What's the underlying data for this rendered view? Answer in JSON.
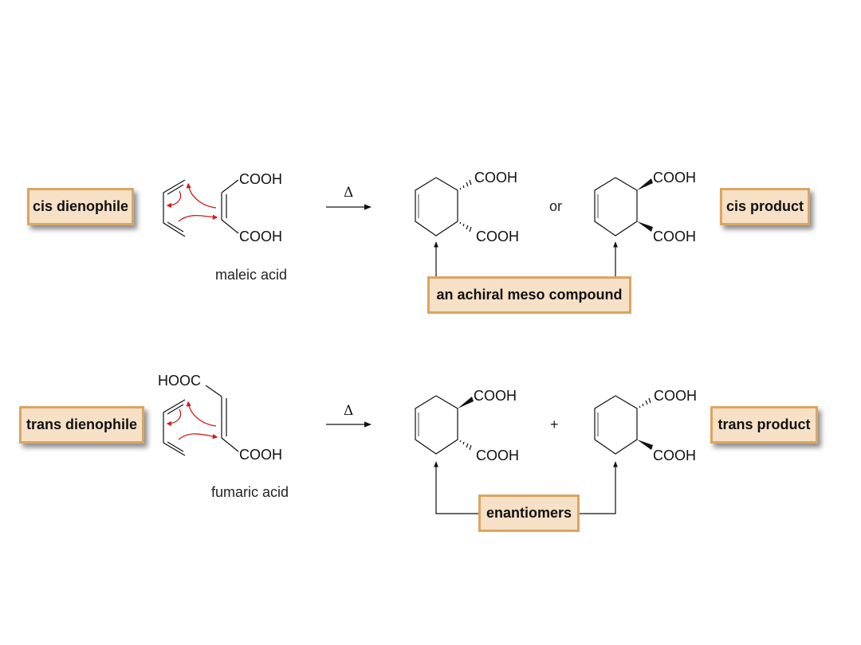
{
  "reactions": [
    {
      "id": "cis",
      "dienophile_label": "cis dienophile",
      "reactant_name": "maleic acid",
      "reactant_groups": {
        "top": "COOH",
        "bottom": "COOH"
      },
      "condition": "Δ",
      "connector": "or",
      "product1_groups": {
        "top": "COOH",
        "bottom": "COOH",
        "top_bond": "hashed",
        "bottom_bond": "hashed"
      },
      "product2_groups": {
        "top": "COOH",
        "bottom": "COOH",
        "top_bond": "wedge",
        "bottom_bond": "wedge"
      },
      "product_label": "cis product",
      "relation_label": "an achiral meso compound"
    },
    {
      "id": "trans",
      "dienophile_label": "trans dienophile",
      "reactant_name": "fumaric acid",
      "reactant_groups": {
        "top": "HOOC",
        "bottom": "COOH"
      },
      "condition": "Δ",
      "connector": "+",
      "product1_groups": {
        "top": "COOH",
        "bottom": "COOH",
        "top_bond": "wedge",
        "bottom_bond": "hashed"
      },
      "product2_groups": {
        "top": "COOH",
        "bottom": "COOH",
        "top_bond": "hashed",
        "bottom_bond": "wedge"
      },
      "product_label": "trans product",
      "relation_label": "enantiomers"
    }
  ],
  "colors": {
    "box_fill": "#f6e1c7",
    "box_border": "#dba561",
    "curved_arrow": "#cc1f1f",
    "line": "#111111"
  }
}
